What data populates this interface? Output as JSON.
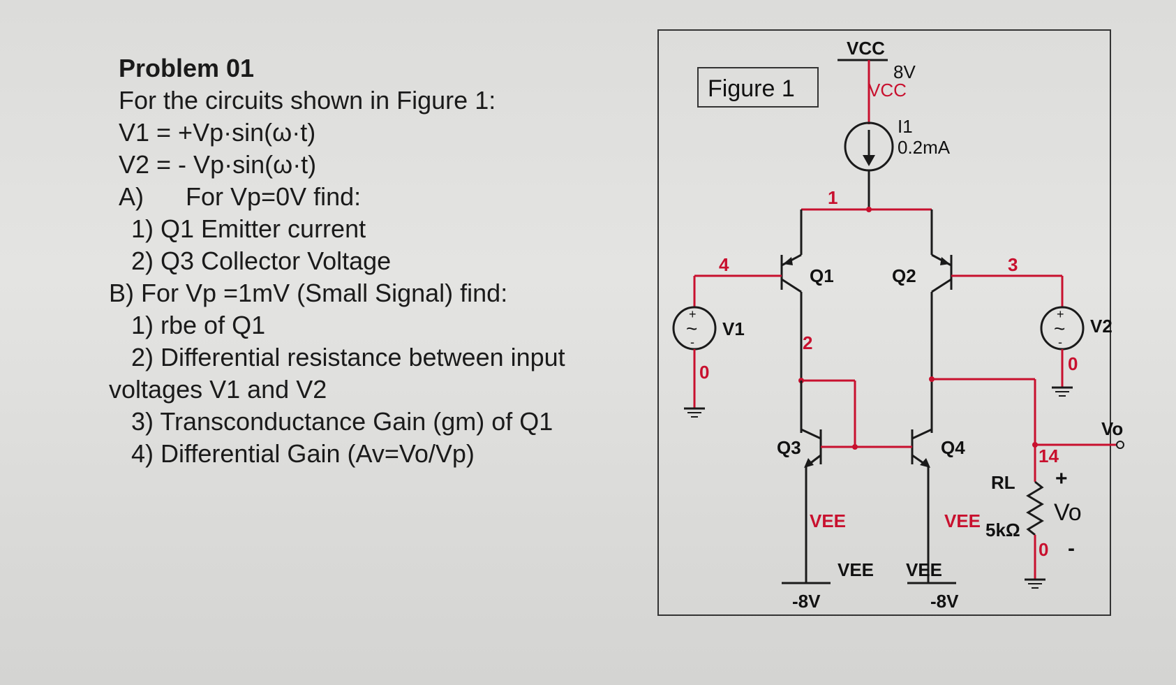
{
  "problem": {
    "title": "Problem 01",
    "intro": "For the circuits shown in Figure 1:",
    "v1_def": "V1 = +Vp·sin(ω·t)",
    "v2_def": "V2 = - Vp·sin(ω·t)",
    "part_a": "A)      For Vp=0V find:",
    "a1": "1) Q1 Emitter current",
    "a2": "2) Q3 Collector Voltage",
    "part_b": "B) For Vp =1mV (Small Signal) find:",
    "b1": "1) rbe of Q1",
    "b2a": "2) Differential resistance between input",
    "b2b": "voltages V1 and V2",
    "b3": "3) Transconductance Gain (gm) of Q1",
    "b4": "4) Differential Gain (Av=Vo/Vp)"
  },
  "figure": {
    "label": "Figure 1",
    "vcc_top": "VCC",
    "vcc_value": "8V",
    "vcc_node": "VCC",
    "i1_name": "I1",
    "i1_value": "0.2mA",
    "node_1": "1",
    "node_2": "2",
    "node_3": "3",
    "node_4": "4",
    "node_14": "14",
    "node_0_left": "0",
    "node_0_right": "0",
    "node_0_rl": "0",
    "q1": "Q1",
    "q2": "Q2",
    "q3": "Q3",
    "q4": "Q4",
    "v1": "V1",
    "v2": "V2",
    "vo_out": "Vo",
    "rl_name": "RL",
    "rl_value": "5kΩ",
    "vo_plus": "+",
    "vo_label": "Vo",
    "vo_minus": "-",
    "vee_q3": "VEE",
    "vee_q4": "VEE",
    "vee_left": "VEE",
    "vee_right": "VEE",
    "vee_left_value": "-8V",
    "vee_right_value": "-8V",
    "src_plus": "+",
    "src_minus": "-"
  },
  "colors": {
    "wire_red": "#c8102e",
    "wire_black": "#1a1a1a",
    "paper": "#dcdcda"
  }
}
